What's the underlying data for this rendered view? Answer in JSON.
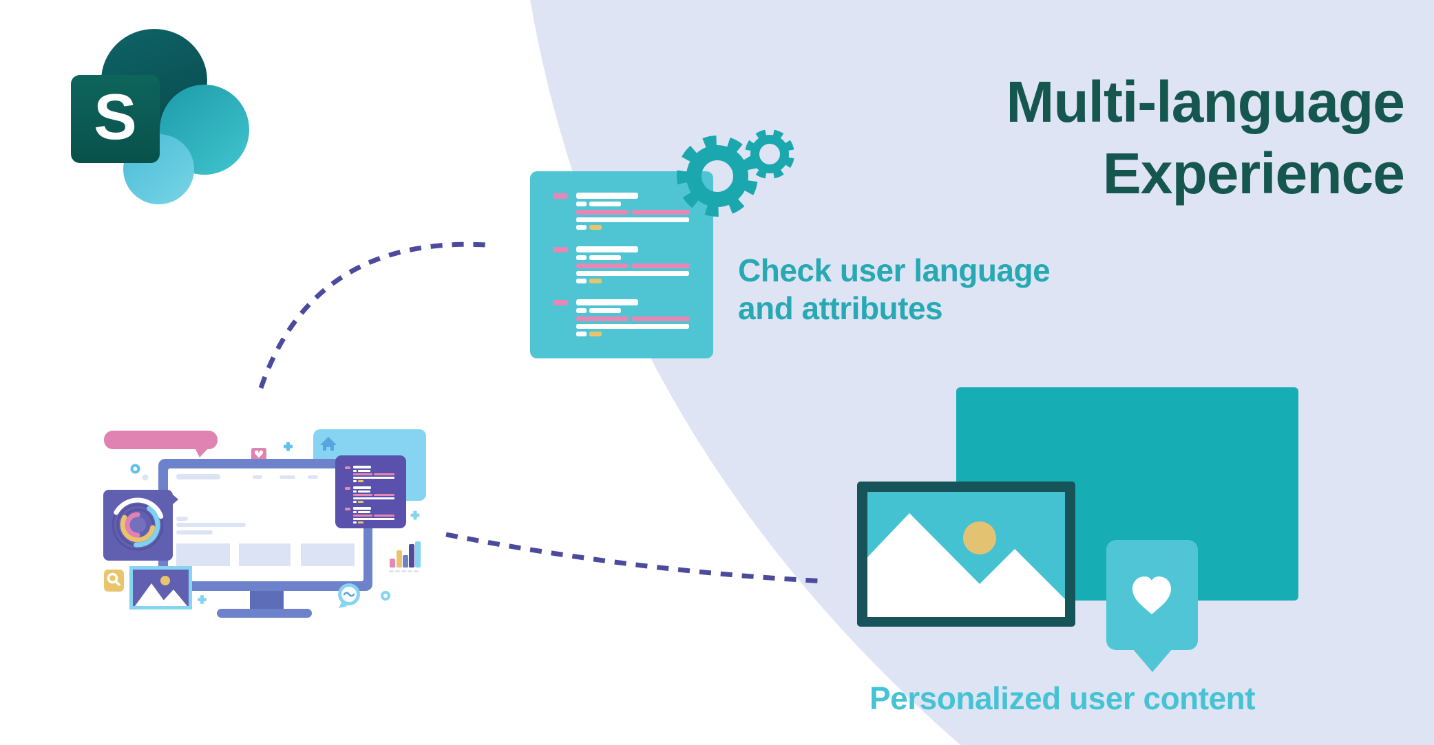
{
  "page": {
    "title": "Multi-language\nExperience"
  },
  "logo": {
    "letter": "S"
  },
  "steps": {
    "check": {
      "label": "Check user language\nand attributes"
    },
    "personalized": {
      "label": "Personalized user content"
    }
  },
  "icons": {
    "gears": "gears-icon",
    "home": "home-icon",
    "magnifier": "magnifier-icon",
    "heart_pin": "heart-pin-icon",
    "heart_bubble": "heart-bubble-icon",
    "picture_thumb": "picture-thumbnail-icon",
    "picture_frame": "framed-picture-icon",
    "chat": "chat-bubble-icon",
    "plus": "plus-icon",
    "rings_chart": "activity-rings-icon",
    "bar_chart": "bar-chart-icon"
  },
  "palette": {
    "title": "#15564f",
    "caption-teal": "#27a9b4",
    "caption-light": "#45c3d5",
    "lavender": "#dee4f3",
    "code-teal": "#4fc4d3",
    "gear": "#1ba7ae",
    "pink": "#e787b5",
    "pink-bubble": "#e083b2",
    "yellow": "#e9c46d",
    "slate": "#6d82ca",
    "slate-dark": "#5e6db8",
    "screen-bar": "#dce3f5",
    "purple": "#615fb0",
    "purple-deep": "#5951ab",
    "indigo": "#4f4c9c",
    "sky": "#87d3f2",
    "blue": "#54a5e0",
    "big-teal": "#16aeb4",
    "frame-dark": "#17545a",
    "frame-sky": "#45c2d2",
    "sun": "#e3c372",
    "bubble-teal": "#4fc5d6",
    "dash": "#4c4a9d"
  }
}
